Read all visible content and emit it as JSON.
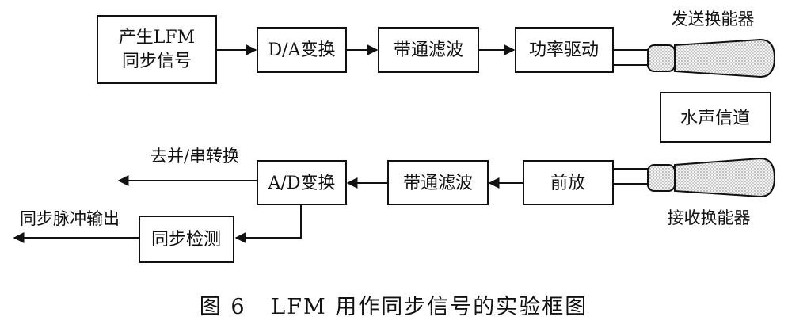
{
  "diagram": {
    "blocks": {
      "lfm_gen_line1": "产生LFM",
      "lfm_gen_line2": "同步信号",
      "da": "D/A变换",
      "bpf_tx": "带通滤波",
      "power": "功率驱动",
      "channel": "水声信道",
      "preamp": "前放",
      "bpf_rx": "带通滤波",
      "ad": "A/D变换",
      "sync_detect": "同步检测"
    },
    "labels": {
      "tx_transducer": "发送换能器",
      "rx_transducer": "接收换能器",
      "to_sp": "去并/串转换",
      "sync_out": "同步脉冲输出"
    },
    "caption": "图 6   LFM 用作同步信号的实验框图"
  }
}
